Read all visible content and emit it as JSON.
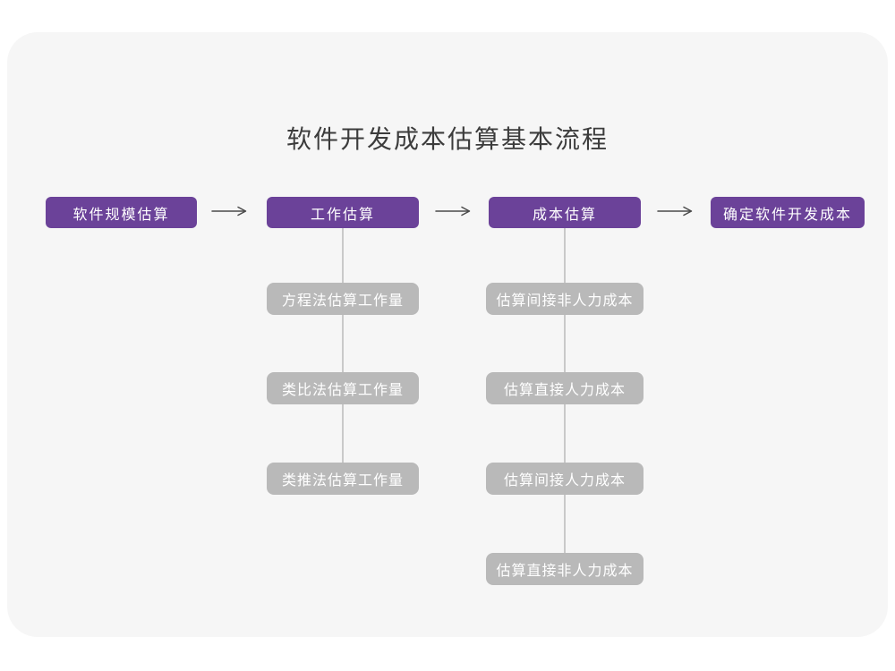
{
  "title": "软件开发成本估算基本流程",
  "colors": {
    "page-bg": "#ffffff",
    "card-bg": "#f6f6f6",
    "node-purple": "#6b4299",
    "node-gray": "#b9b9b9",
    "node-text": "#ffffff",
    "connector": "#c9c9c9",
    "arrow": "#4a4a4a",
    "title-color": "#3c3c3c"
  },
  "flow": {
    "main": [
      "软件规模估算",
      "工作估算",
      "成本估算",
      "确定软件开发成本"
    ],
    "work_subs": [
      "方程法估算工作量",
      "类比法估算工作量",
      "类推法估算工作量"
    ],
    "cost_subs": [
      "估算间接非人力成本",
      "估算直接人力成本",
      "估算间接人力成本",
      "估算直接非人力成本"
    ]
  }
}
